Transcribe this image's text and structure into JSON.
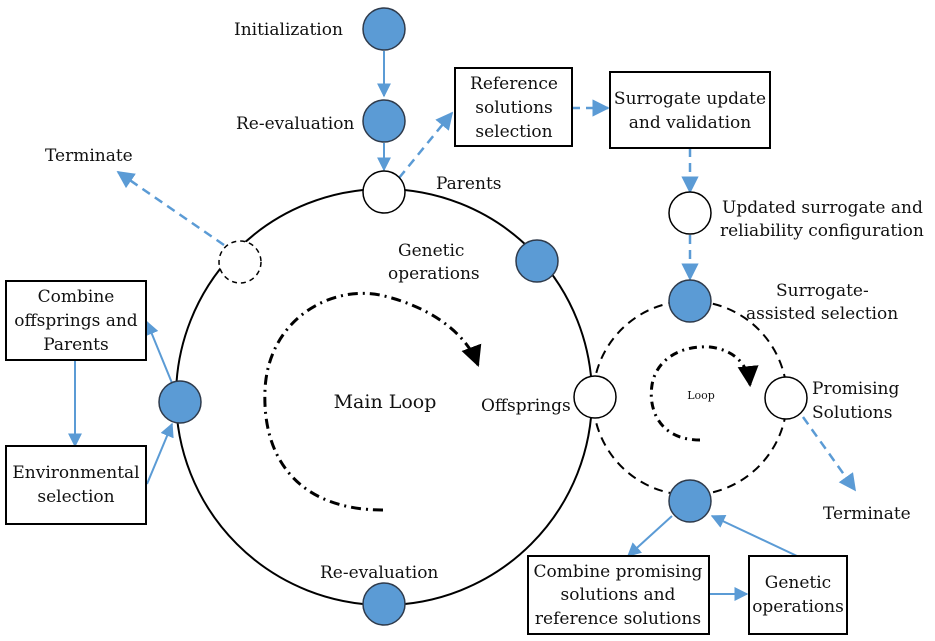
{
  "colors": {
    "node_fill": "#5b9bd5",
    "node_stroke": "#2f3b4c",
    "arrow": "#5b9bd5",
    "line": "#000000"
  },
  "labels": {
    "initialization": "Initialization",
    "re_evaluation_top": "Re-evaluation",
    "terminate_left": "Terminate",
    "parents": "Parents",
    "genetic_operations_1": "Genetic",
    "genetic_operations_2": "operations",
    "main_loop": "Main Loop",
    "offsprings": "Offsprings",
    "re_evaluation_bottom": "Re-evaluation",
    "updated_surrogate_1": "Updated surrogate and",
    "updated_surrogate_2": "reliability configuration",
    "surrogate_assisted_1": "Surrogate-",
    "surrogate_assisted_2": "assisted selection",
    "loop": "Loop",
    "promising_1": "Promising",
    "promising_2": "Solutions",
    "terminate_right": "Terminate"
  },
  "boxes": {
    "reference": [
      "Reference",
      "solutions",
      "selection"
    ],
    "surrogate_update": [
      "Surrogate update",
      "and validation"
    ],
    "combine_offsprings": [
      "Combine",
      "offsprings and",
      "Parents"
    ],
    "environmental": [
      "Environmental",
      "selection"
    ],
    "combine_promising": [
      "Combine promising",
      "solutions and",
      "reference solutions"
    ],
    "genetic_box": [
      "Genetic",
      "operations"
    ]
  }
}
